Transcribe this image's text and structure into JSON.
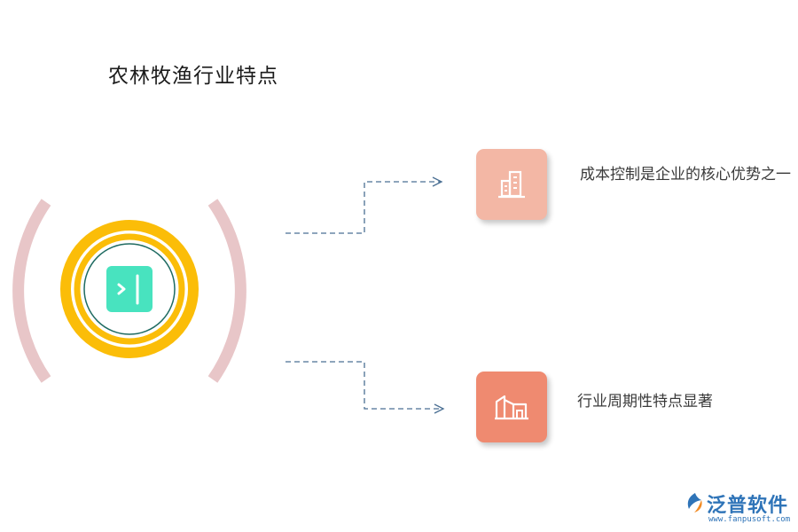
{
  "title": "农林牧渔行业特点",
  "items": [
    {
      "label": "成本控制是企业的核心优势之一",
      "icon": "building-icon"
    },
    {
      "label": "行业周期性特点显著",
      "icon": "factory-icon"
    }
  ],
  "center_icon": "panel-expand-icon",
  "brand": {
    "name": "泛普软件",
    "url": "www.fanpusoft.com"
  },
  "colors": {
    "ring_gold": "#fbbd08",
    "ring_dark": "#1f6b61",
    "center_tile": "#48e3bf",
    "arc_pink": "#e8c6c8",
    "connector": "#4a6f93",
    "card_light": "#f3b7a5",
    "card_dark": "#ef8a70",
    "brand_blue": "#2f74b8"
  }
}
